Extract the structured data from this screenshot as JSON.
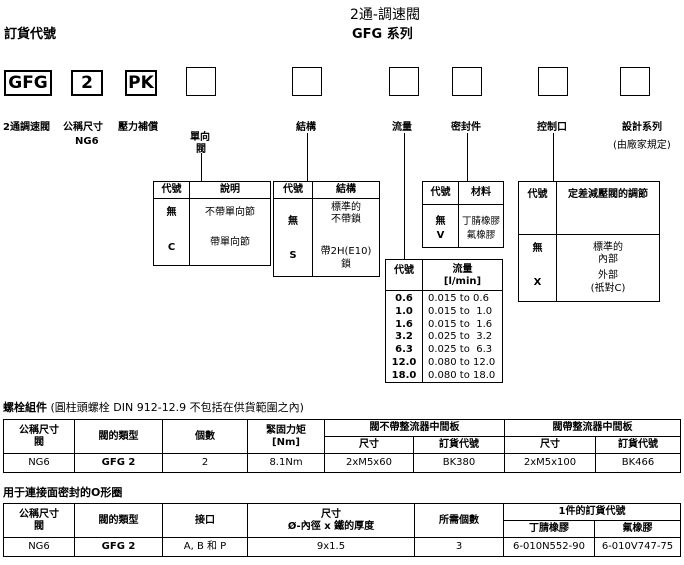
{
  "header": {
    "title_line1": "2通-調速閥",
    "title_line2": "GFG 系列",
    "left_title": "訂貨代號"
  },
  "codes": {
    "c1": "GFG",
    "c2": "2",
    "c3": "PK"
  },
  "labels": {
    "l1": "2通調速閥",
    "l2": "公稱尺寸",
    "l2b": "NG6",
    "l3": "壓力補償",
    "l4a": "單向",
    "l4b": "閥",
    "l5": "結構",
    "l6": "流量",
    "l7": "密封件",
    "l8": "控制口",
    "l9": "設計系列",
    "l9b": "(由廠家規定)"
  },
  "check_table": {
    "h1": "代號",
    "h2": "說明",
    "r1c1": "無",
    "r1c2": "不帶單向節",
    "r2c1": "C",
    "r2c2": "帶單向節"
  },
  "struct_table": {
    "h1": "代號",
    "h2": "結構",
    "r1c1": "無",
    "r1c2a": "標準的",
    "r1c2b": "不帶鎖",
    "r2c1": "S",
    "r2c2a": "帶2H(E10)",
    "r2c2b": "鎖"
  },
  "seal_table": {
    "h1": "代號",
    "h2": "材料",
    "r1c1": "無",
    "r1c2": "丁腈橡膠",
    "r2c1": "V",
    "r2c2": "氟橡膠"
  },
  "control_table": {
    "h1": "代號",
    "h2": "定差減壓閥的調節",
    "r1c1": "無",
    "r1c2a": "標準的",
    "r1c2b": "內部",
    "r2c1": "X",
    "r2c2a": "外部",
    "r2c2b": "(祇對C)"
  },
  "flow_table": {
    "h1": "代號",
    "h2a": "流量",
    "h2b": "[l/min]",
    "rows": [
      [
        "0.6",
        "0.015 to 0.6"
      ],
      [
        "1.0",
        "0.015 to  1.0"
      ],
      [
        "1.6",
        "0.015 to  1.6"
      ],
      [
        "3.2",
        "0.025 to  3.2"
      ],
      [
        "6.3",
        "0.025 to  6.3"
      ],
      [
        "12.0",
        "0.080 to 12.0"
      ],
      [
        "18.0",
        "0.080 to 18.0"
      ]
    ]
  },
  "bolt_section": {
    "title_bold": "螺栓組件",
    "title_rest": " (圓柱頭螺栓 DIN 912-12.9 不包括在供貨範圍之內)",
    "h_size_a": "公稱尺寸",
    "h_size_b": "閥",
    "h_type": "閥的類型",
    "h_count": "個數",
    "h_torque_a": "緊固力矩",
    "h_torque_b": "[Nm]",
    "h_no_plate": "閥不帶整流器中間板",
    "h_with_plate": "閥帶整流器中間板",
    "h_dim": "尺寸",
    "h_order": "訂貨代號",
    "row": {
      "size": "NG6",
      "type": "GFG 2",
      "count": "2",
      "torque": "8.1Nm",
      "dim1": "2xM5x60",
      "code1": "BK380",
      "dim2": "2xM5x100",
      "code2": "BK466"
    }
  },
  "oring_section": {
    "title": "用于連接面密封的O形圈",
    "h_size_a": "公稱尺寸",
    "h_size_b": "閥",
    "h_type": "閥的類型",
    "h_port": "接口",
    "h_dim_a": "尺寸",
    "h_dim_b": "Ø-內徑 x 鐵的厚度",
    "h_qty": "所需個數",
    "h_order": "1件的訂貨代號",
    "h_nbr": "丁腈橡膠",
    "h_fkm": "氟橡膠",
    "row": {
      "size": "NG6",
      "type": "GFG 2",
      "port": "A, B 和 P",
      "dim": "9x1.5",
      "qty": "3",
      "nbr": "6-010N552-90",
      "fkm": "6-010V747-75"
    }
  }
}
